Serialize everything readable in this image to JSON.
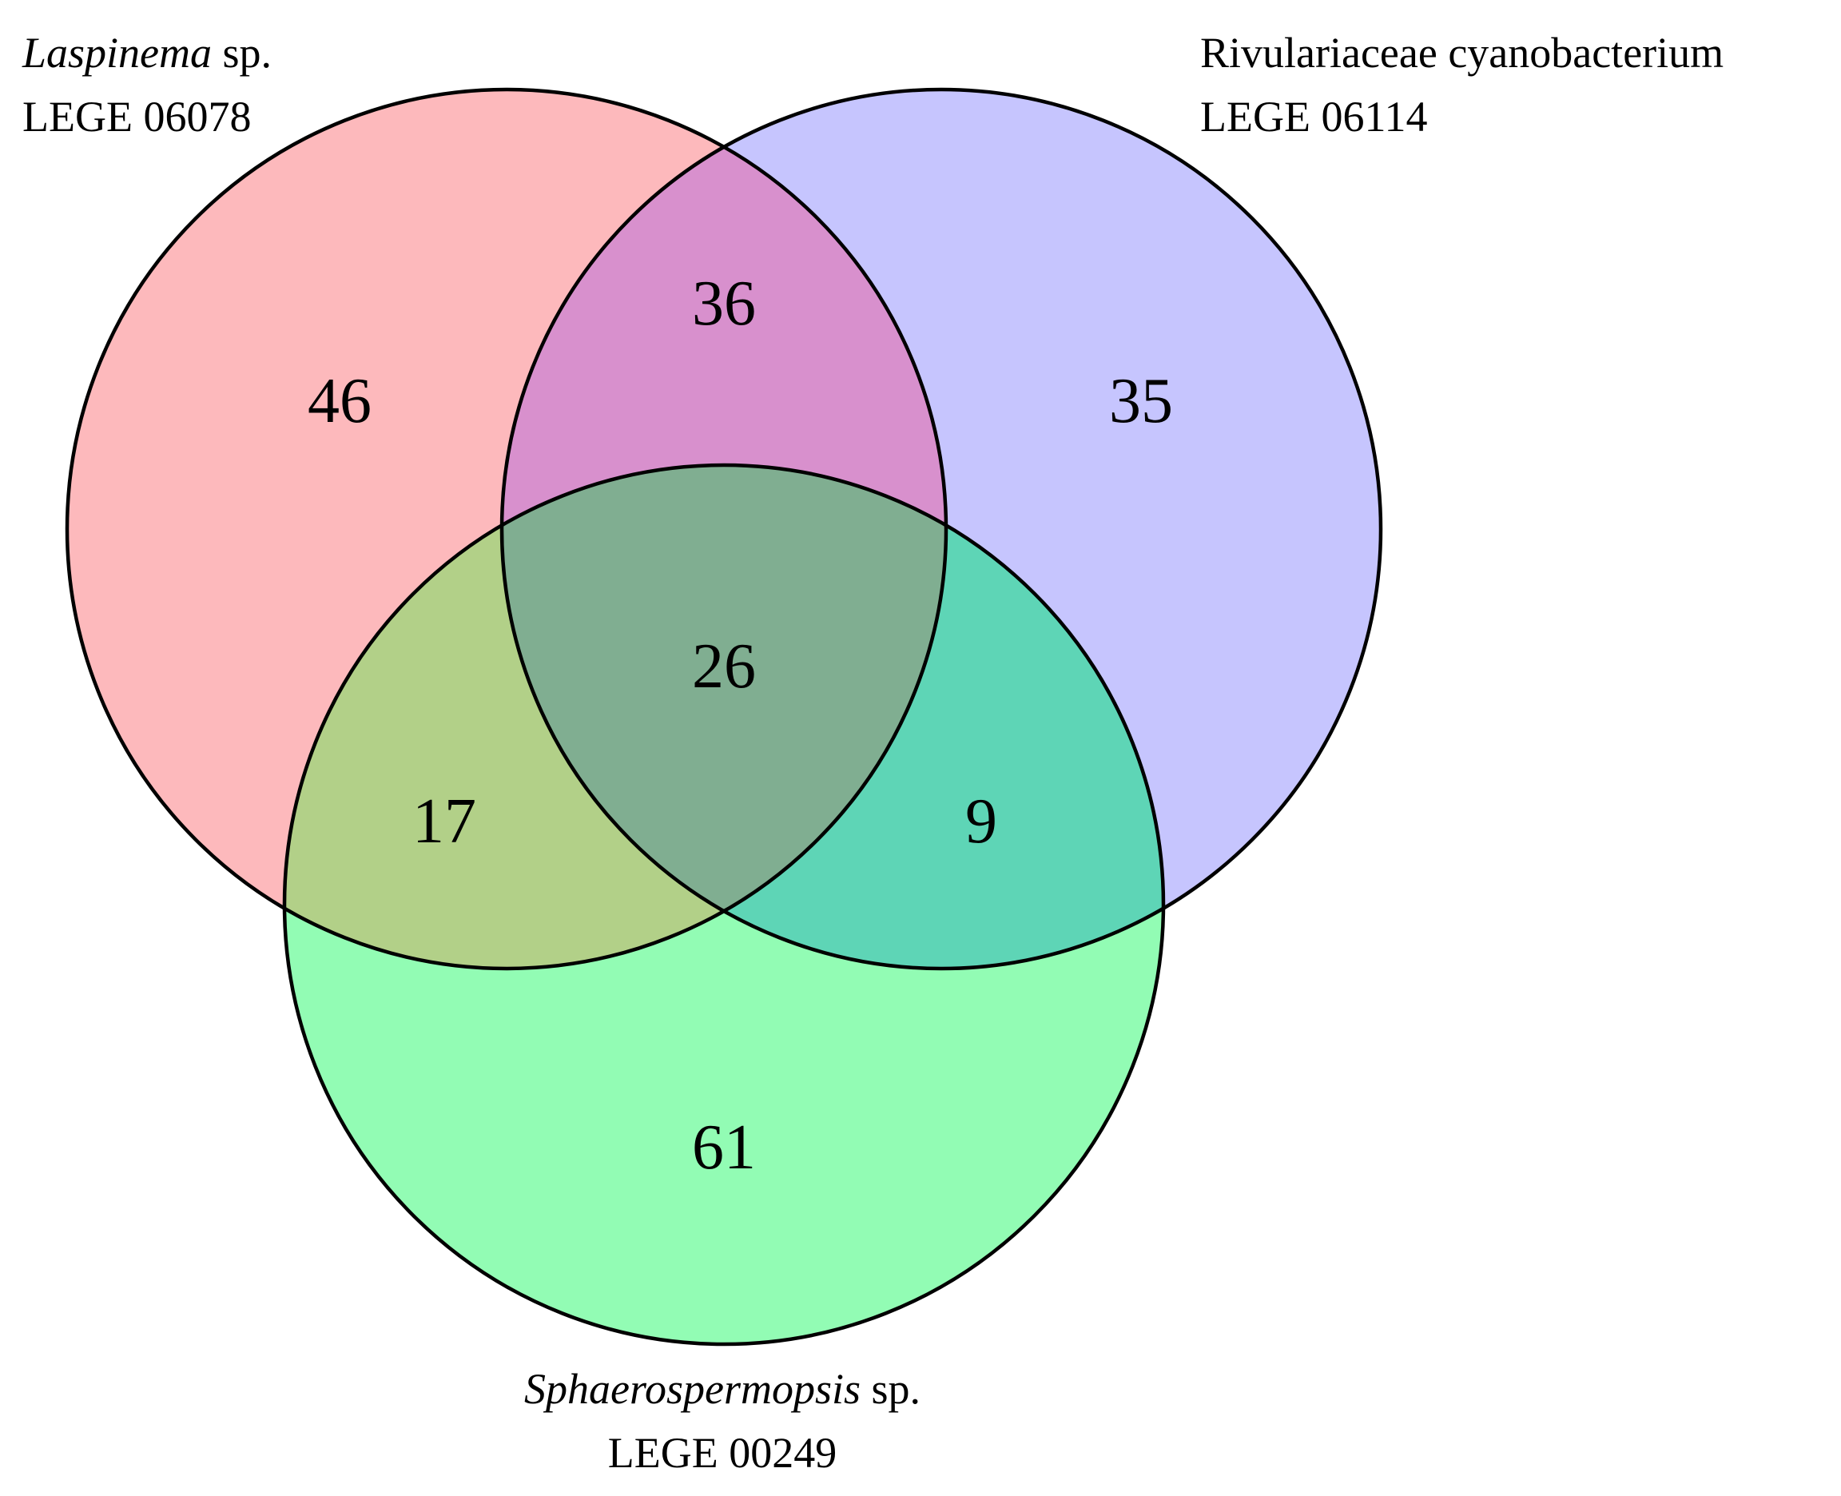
{
  "sets": [
    {
      "id": "a",
      "label_italic": "Laspinema",
      "label_rest": " sp.",
      "label_line2": "LEGE 06078",
      "color": "#fdb9bc"
    },
    {
      "id": "b",
      "label_italic": "",
      "label_rest": "Rivulariaceae cyanobacterium",
      "label_line2": "LEGE 06114",
      "color": "#c6c5fe"
    },
    {
      "id": "c",
      "label_italic": "Sphaerospermopsis",
      "label_rest": " sp.",
      "label_line2": "LEGE 00249",
      "color": "#92fcb4"
    }
  ],
  "regions": {
    "a_only": "46",
    "b_only": "35",
    "c_only": "61",
    "ab_only": "36",
    "ac_only": "17",
    "bc_only": "9",
    "abc": "26"
  },
  "region_colors": {
    "ab": "#d890cd",
    "ac": "#b2d088",
    "bc": "#5ed5b6",
    "abc": "#80ae91"
  }
}
